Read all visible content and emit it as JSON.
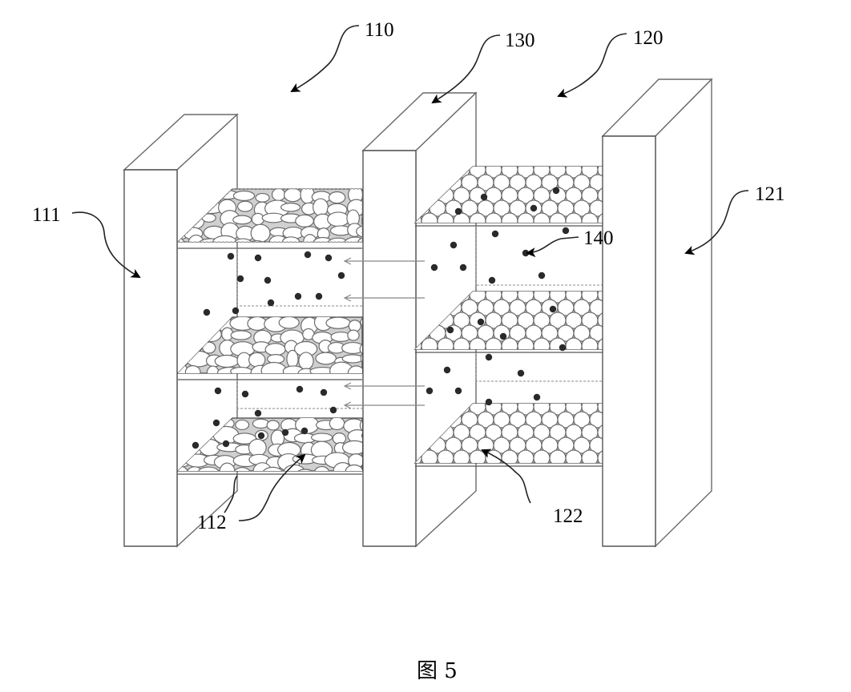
{
  "figure": {
    "caption": "图 5",
    "labels": {
      "l110": "110",
      "l130": "130",
      "l120": "120",
      "l111": "111",
      "l121": "121",
      "l140": "140",
      "l112": "112",
      "l122": "122"
    }
  }
}
